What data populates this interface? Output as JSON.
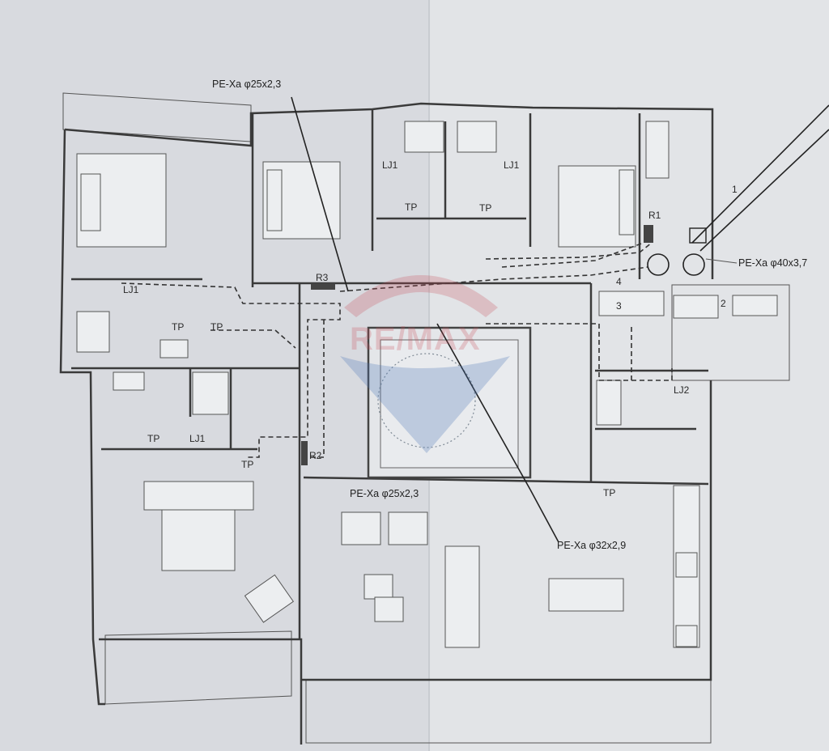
{
  "pipe_labels": {
    "top": "PE-Xa φ25x2,3",
    "middle": "PE-Xa φ25x2,3",
    "kitchen": "PE-Xa φ32x2,9",
    "main": "PE-Xa φ40x3,7"
  },
  "manifolds": {
    "r1": "R1",
    "r2": "R2",
    "r3": "R3"
  },
  "fixtures": {
    "lj1": "LJ1",
    "lj2": "LJ2",
    "tp": "TP"
  },
  "line_numbers": [
    "1",
    "2",
    "3",
    "4"
  ],
  "watermark": {
    "text": "RE/MAX",
    "colors": {
      "red": "#c94a57",
      "blue": "#4a78b8"
    }
  }
}
